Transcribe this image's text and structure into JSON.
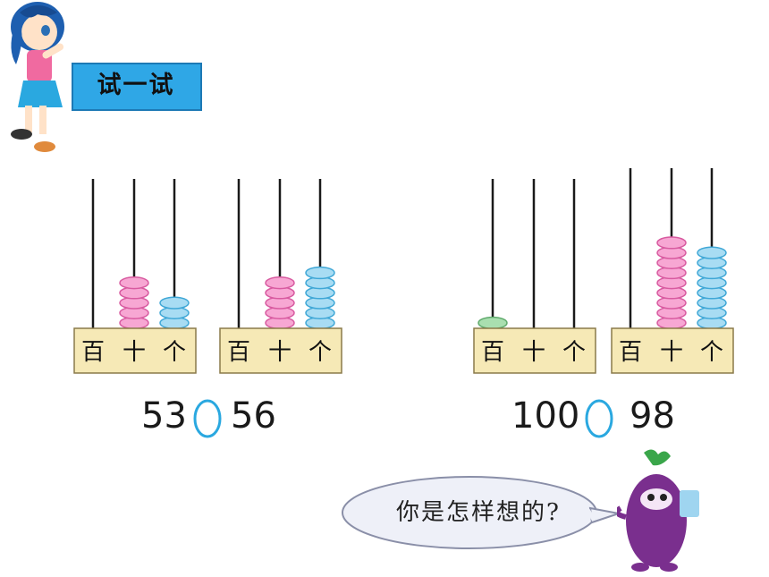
{
  "title": "试一试",
  "place_values": [
    "百",
    "十",
    "个"
  ],
  "abacuses": [
    {
      "hundreds": 0,
      "tens": 5,
      "ones": 3
    },
    {
      "hundreds": 0,
      "tens": 5,
      "ones": 6
    },
    {
      "hundreds": 1,
      "tens": 0,
      "ones": 0
    },
    {
      "hundreds": 0,
      "tens": 9,
      "ones": 8
    }
  ],
  "comparisons": [
    {
      "left": "53",
      "right": "56"
    },
    {
      "left": "100",
      "right": "98"
    }
  ],
  "speech_bubble": "你是怎样想的?",
  "colors": {
    "title_bg": "#2fa7e6",
    "base_fill": "#f6e9b6",
    "tens_bead": "#f7a7d3",
    "ones_bead": "#a8dcf3",
    "hundreds_bead": "#a9dfb0",
    "circle": "#2aa8e0"
  },
  "icons": [
    "girl-character-icon",
    "eggplant-character-icon"
  ]
}
